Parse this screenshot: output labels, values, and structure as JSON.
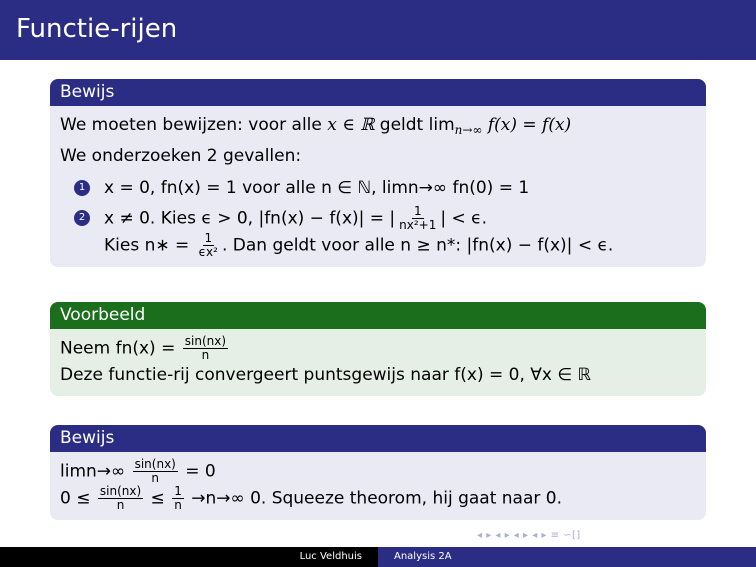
{
  "frame": {
    "title": "Functie-rijen"
  },
  "block1": {
    "title": "Bewijs",
    "line1_text": "We moeten bewijzen: voor alle ",
    "line1_math": "x ∈ ℝ",
    "line1_mid": " geldt lim",
    "line1_sub": "n→∞",
    "line1_end": " f(x) = f(x)",
    "line2": "We onderzoeken 2 gevallen:",
    "item1_num": "1",
    "item1_text": "x = 0, fn(x) = 1 voor alle n ∈ ℕ, limn→∞ fn(0) = 1",
    "item2_num": "2",
    "item2_line1_start": "x ≠ 0. Kies ϵ > 0, |fn(x) − f(x)| = |",
    "item2_frac_num": "1",
    "item2_frac_den": "nx²+1",
    "item2_line1_end": "| < ϵ.",
    "item2_line2_start": "Kies n∗ = ",
    "item2_frac2_num": "1",
    "item2_frac2_den": "ϵx²",
    "item2_line2_end": ". Dan geldt voor alle n ≥ n*: |fn(x) − f(x)| < ϵ."
  },
  "block2": {
    "title": "Voorbeeld",
    "line1_start": "Neem fn(x) = ",
    "frac_num": "sin(nx)",
    "frac_den": "n",
    "line2": "Deze functie-rij convergeert puntsgewijs naar f(x) = 0, ∀x ∈ ℝ"
  },
  "block3": {
    "title": "Bewijs",
    "line1_start": "limn→∞ ",
    "frac_num": "sin(nx)",
    "frac_den": "n",
    "line1_end": " = 0",
    "line2_start": "0 ≤ ",
    "frac2_num": "sin(nx)",
    "frac2_den": "n",
    "line2_mid": " ≤ ",
    "frac3_num": "1",
    "frac3_den": "n",
    "line2_end": " →n→∞ 0. Squeeze theorom, hij gaat naar 0."
  },
  "nav": {
    "symbols": "◂ ▸ ◂ ▸ ◂ ▸ ◂ ▸ ≡ ∽⁅⁆"
  },
  "footer": {
    "author": "Luc Veldhuis",
    "course": "Analysis 2A"
  },
  "colors": {
    "structure": "#2b2d84",
    "example": "#1b6e1b",
    "block_body": "#e9eaf3",
    "example_body": "#e6efe6"
  }
}
